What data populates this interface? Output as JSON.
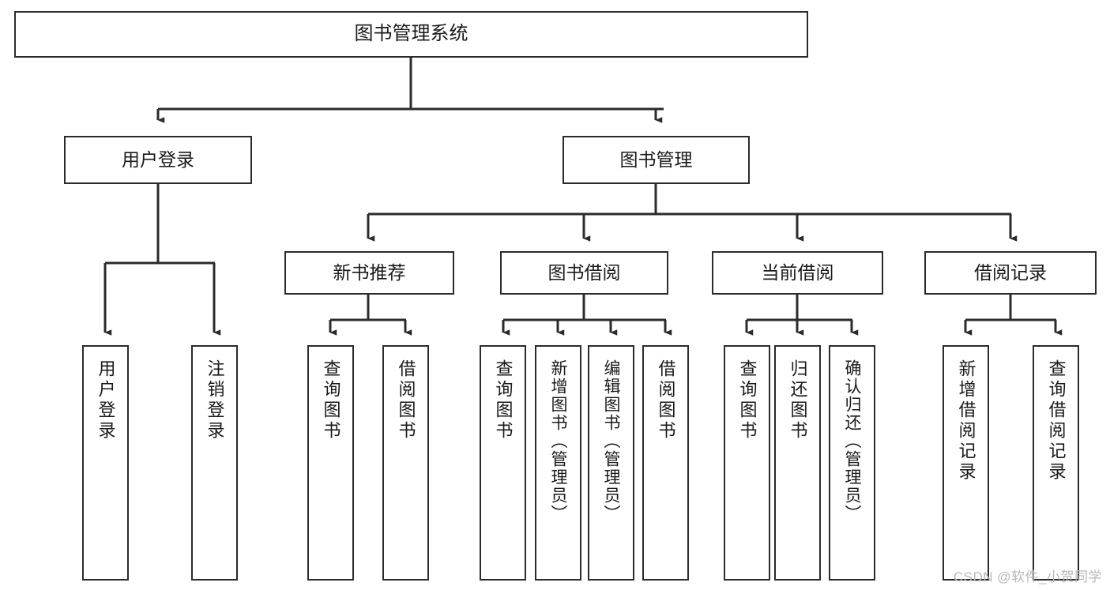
{
  "diagram": {
    "type": "tree-hierarchy-chart",
    "title": "图书管理系统",
    "root": {
      "id": "root",
      "label": "图书管理系统"
    },
    "level1": [
      {
        "id": "user-login",
        "label": "用户登录"
      },
      {
        "id": "book-manage",
        "label": "图书管理"
      }
    ],
    "level2": [
      {
        "id": "new-book-recommend",
        "label": "新书推荐",
        "parent": "book-manage"
      },
      {
        "id": "book-borrow",
        "label": "图书借阅",
        "parent": "book-manage"
      },
      {
        "id": "current-borrow",
        "label": "当前借阅",
        "parent": "book-manage"
      },
      {
        "id": "borrow-record",
        "label": "借阅记录",
        "parent": "book-manage"
      }
    ],
    "leaves": {
      "user-login": [
        {
          "id": "leaf-user-login",
          "label": "用户登录"
        },
        {
          "id": "leaf-user-logout",
          "label": "注销登录"
        }
      ],
      "new-book-recommend": [
        {
          "id": "leaf-query-book-1",
          "label": "查询图书"
        },
        {
          "id": "leaf-borrow-book-1",
          "label": "借阅图书"
        }
      ],
      "book-borrow": [
        {
          "id": "leaf-query-book-2",
          "label": "查询图书"
        },
        {
          "id": "leaf-add-book",
          "label": "新增图书（管理员）"
        },
        {
          "id": "leaf-edit-book",
          "label": "编辑图书（管理员）"
        },
        {
          "id": "leaf-borrow-book-2",
          "label": "借阅图书"
        }
      ],
      "current-borrow": [
        {
          "id": "leaf-query-book-3",
          "label": "查询图书"
        },
        {
          "id": "leaf-return-book",
          "label": "归还图书"
        },
        {
          "id": "leaf-confirm-return",
          "label": "确认归还（管理员）"
        }
      ],
      "borrow-record": [
        {
          "id": "leaf-add-record",
          "label": "新增借阅记录"
        },
        {
          "id": "leaf-query-record",
          "label": "查询借阅记录"
        }
      ]
    }
  },
  "watermark": {
    "text": "CSDN @软件_小贺同学"
  },
  "colors": {
    "border": "#2b2b2b",
    "background": "#ffffff",
    "text": "#1a1a1a",
    "connector": "#2b2b2b",
    "watermark": "#b8b8b8"
  }
}
